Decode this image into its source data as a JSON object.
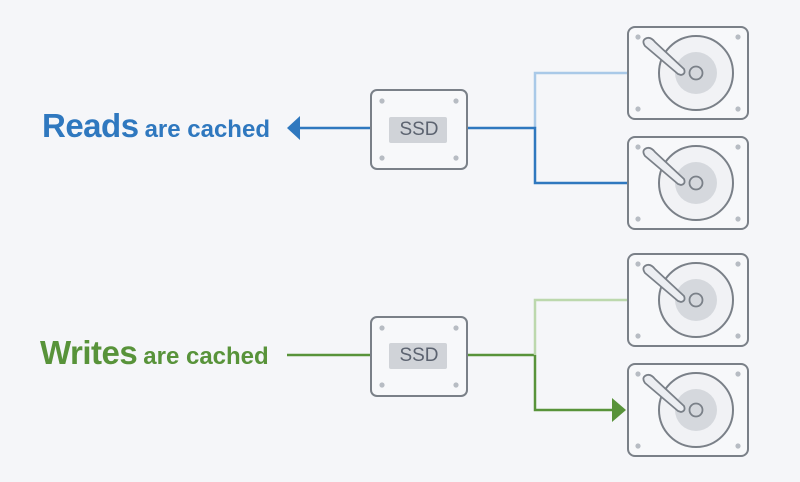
{
  "reads": {
    "title": "Reads",
    "subtitle": "are cached",
    "color": "#2f78bf",
    "color_faded": "#a9c9e8"
  },
  "writes": {
    "title": "Writes",
    "subtitle": "are cached",
    "color": "#58933a",
    "color_faded": "#bcd8ad"
  },
  "ssd_label": "SSD",
  "drive_icon": "hard-disk-icon",
  "colors": {
    "device_stroke": "#7a8088",
    "device_fill": "#f7f8fa",
    "platter": "#d5d8dd",
    "ssd_band": "#d0d3d8"
  }
}
